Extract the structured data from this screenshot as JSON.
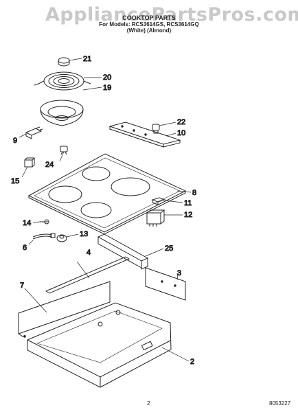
{
  "watermark": "AppliancePartsPros.com",
  "header": {
    "title": "COOKTOP PARTS",
    "models": "For Models: RCS3614GS, RCS3614GQ",
    "finishes": "(White)     (Almond)"
  },
  "callouts": [
    "21",
    "20",
    "19",
    "9",
    "22",
    "10",
    "24",
    "15",
    "8",
    "11",
    "12",
    "14",
    "6",
    "13",
    "4",
    "25",
    "3",
    "7",
    "2"
  ],
  "footer": {
    "page": "2",
    "doc": "8053227"
  }
}
